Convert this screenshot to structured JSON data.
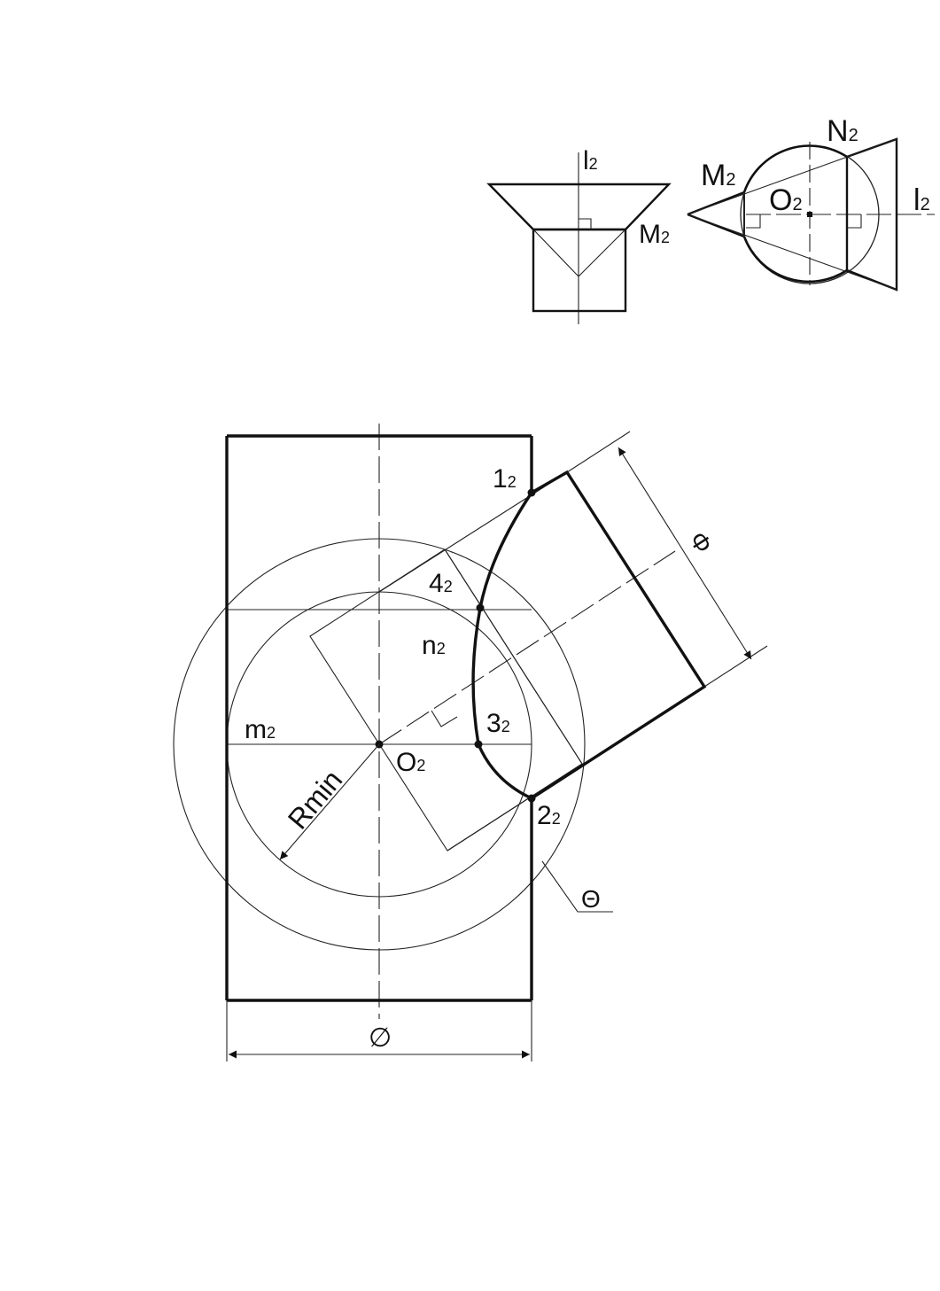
{
  "top_left_view": {
    "labels": {
      "axis": {
        "text": "l",
        "sub": "2"
      },
      "point_m": {
        "text": "M",
        "sub": "2"
      }
    }
  },
  "top_right_view": {
    "labels": {
      "point_n": {
        "text": "N",
        "sub": "2"
      },
      "point_m": {
        "text": "M",
        "sub": "2"
      },
      "center": {
        "text": "O",
        "sub": "2"
      },
      "axis": {
        "text": "l",
        "sub": "2"
      }
    }
  },
  "main_view": {
    "labels": {
      "point_1": {
        "text": "1",
        "sub": "2"
      },
      "point_2": {
        "text": "2",
        "sub": "2"
      },
      "point_3": {
        "text": "3",
        "sub": "2"
      },
      "point_4": {
        "text": "4",
        "sub": "2"
      },
      "line_n": {
        "text": "n",
        "sub": "2"
      },
      "line_m": {
        "text": "m",
        "sub": "2"
      },
      "center": {
        "text": "O",
        "sub": "2"
      },
      "radius": "Rmin",
      "sphere_symbol": "Θ",
      "branch_diameter": "Φ",
      "main_diameter": "∅"
    }
  }
}
